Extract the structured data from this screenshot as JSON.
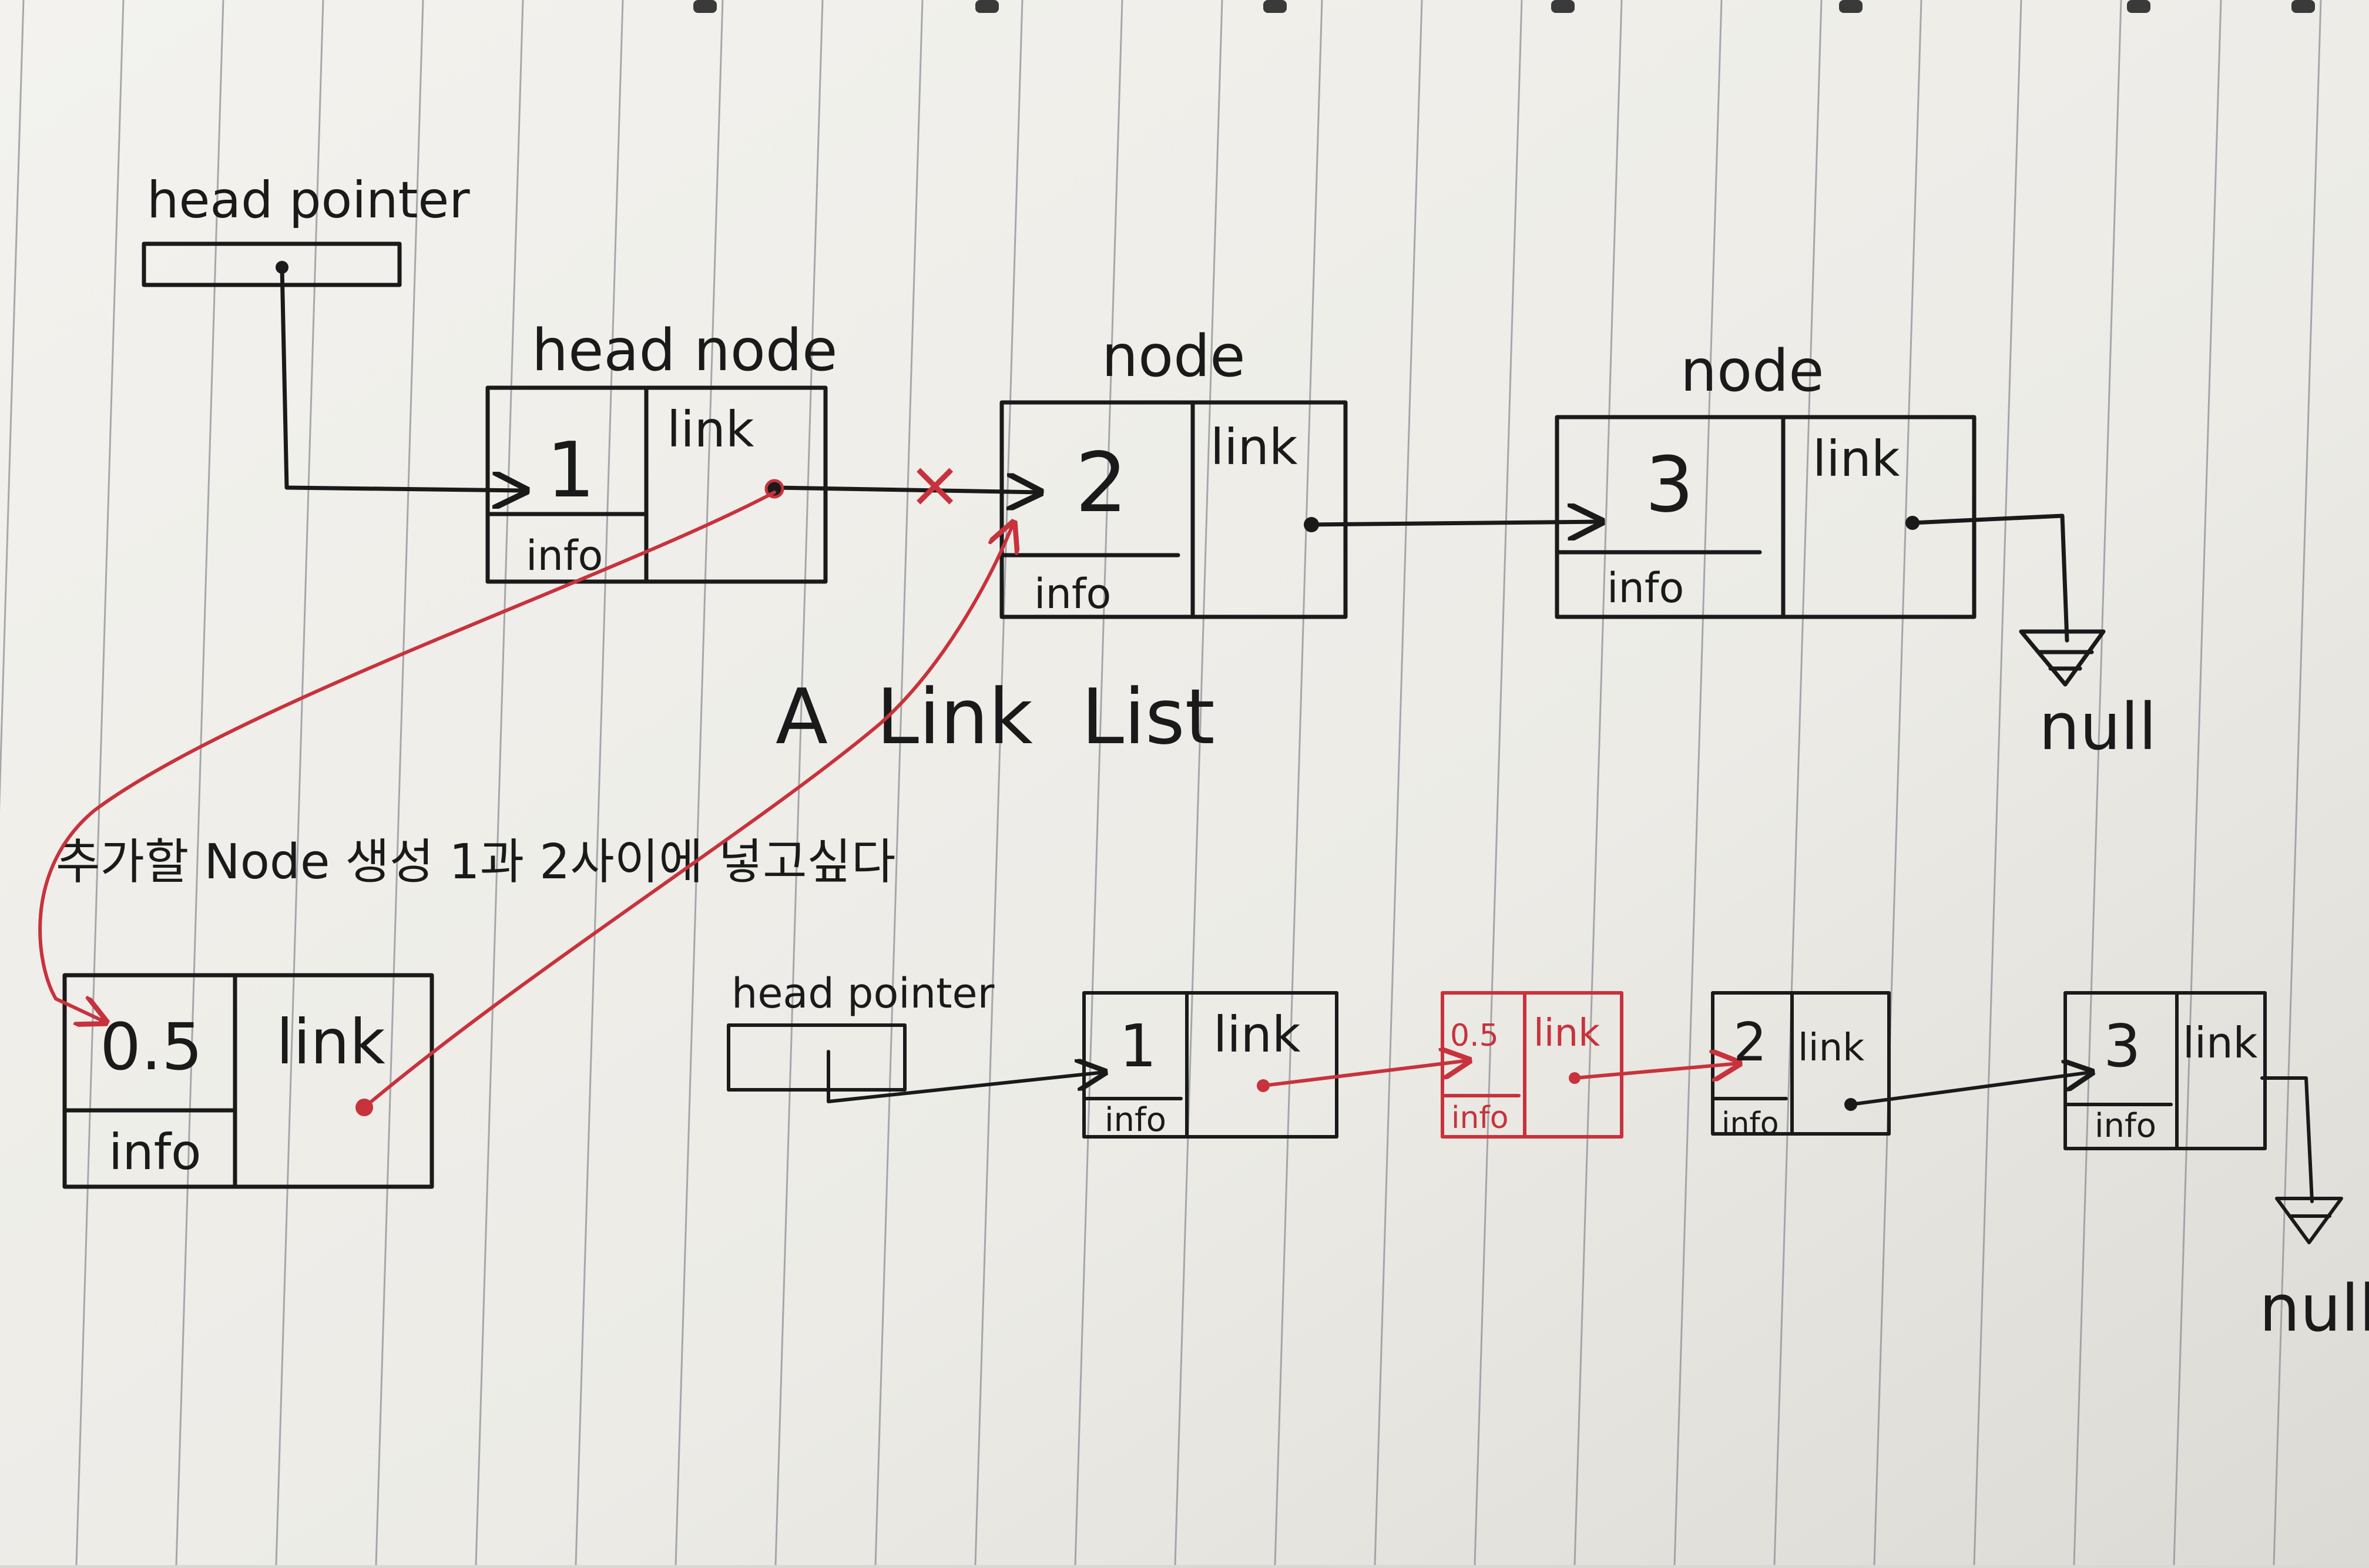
{
  "colors": {
    "paper": "#efeeea",
    "rule_line": "#8d9096",
    "ink": "#1a1a1a",
    "red_ink": "#c8323c"
  },
  "top_diagram": {
    "head_pointer_label": "head pointer",
    "head_node_label": "head node",
    "node_label_2": "node",
    "node_label_3": "node",
    "nodes": [
      {
        "info": "1",
        "info_label": "info",
        "link_label": "link"
      },
      {
        "info": "2",
        "info_label": "info",
        "link_label": "link"
      },
      {
        "info": "3",
        "info_label": "info",
        "link_label": "link"
      }
    ],
    "broken_mark": "×",
    "null_label": "null",
    "caption": "A  Link  List"
  },
  "note": "추가할 Node 생성 1과 2사이에 넣고싶다",
  "new_node": {
    "info": "0.5",
    "info_label": "info",
    "link_label": "link"
  },
  "bottom_diagram": {
    "head_pointer_label": "head pointer",
    "nodes": [
      {
        "info": "1",
        "info_label": "info",
        "link_label": "link"
      },
      {
        "info": "0.5",
        "info_label": "info",
        "link_label": "link"
      },
      {
        "info": "2",
        "info_label": "info",
        "link_label": "link"
      },
      {
        "info": "3",
        "info_label": "info",
        "link_label": "link"
      }
    ],
    "null_label": "null"
  }
}
